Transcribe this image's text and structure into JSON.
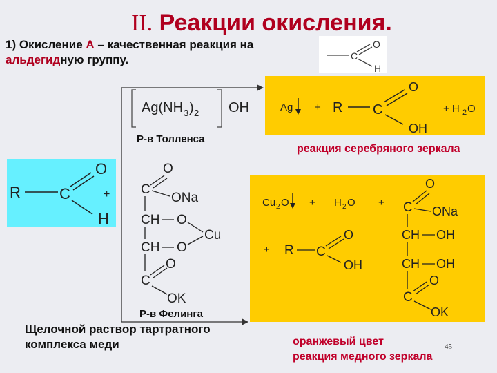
{
  "slide": {
    "title_roman": "II.",
    "title_text": "Реакции окисления.",
    "subtitle_line1_prefix": "1) Окисление ",
    "subtitle_line1_highlight": "А",
    "subtitle_line1_suffix": " – качественная реакция на",
    "subtitle_line2_highlight": "альдегид",
    "subtitle_line2_suffix": "ную группу.",
    "page_number": "45"
  },
  "tollens": {
    "reagent_label": "Р-в Толленса",
    "product_label": "реакция серебряного зеркала"
  },
  "fehling": {
    "reagent_label": "Р-в Фелинга",
    "description_line1": "Щелочной раствор тартратного",
    "description_line2": "комплекса меди",
    "result_line1": "оранжевый цвет",
    "result_line2": "реакция медного зеркала"
  },
  "colors": {
    "title_red": "#b0001f",
    "yellow_box": "#ffcc00",
    "cyan_box": "#66f0ff",
    "label_red": "#c0002a"
  }
}
